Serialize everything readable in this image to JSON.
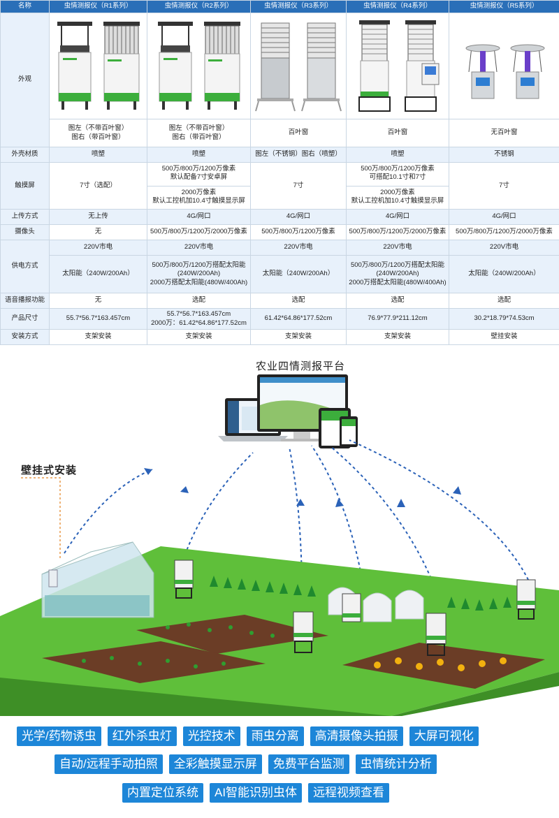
{
  "table": {
    "headers": [
      "名称",
      "虫情测报仪（R1系列）",
      "虫情测报仪（R2系列）",
      "虫情测报仪（R3系列）",
      "虫情测报仪（R4系列）",
      "虫情测报仪（R5系列）"
    ],
    "appearance_label": "外观",
    "appearance_notes": {
      "r1": [
        "图左（不带百叶窗）",
        "图右（带百叶窗）"
      ],
      "r2": [
        "图左（不带百叶窗）",
        "图右（带百叶窗）"
      ],
      "r3": "百叶窗",
      "r4": "百叶窗",
      "r5": "无百叶窗"
    },
    "shell": {
      "label": "外壳材质",
      "r1": "喷塑",
      "r2": "喷塑",
      "r3": "图左（不锈钢）图右（喷塑）",
      "r4": "喷塑",
      "r5": "不锈钢"
    },
    "touch": {
      "label": "触摸屏",
      "r1": "7寸（选配）",
      "r2a": [
        "500万/800万/1200万像素",
        "默认配备7寸安卓屏"
      ],
      "r2b": [
        "2000万像素",
        "默认工控机加10.4寸触摸显示屏"
      ],
      "r3": "7寸",
      "r4a": [
        "500万/800万/1200万像素",
        "可搭配10.1寸和7寸"
      ],
      "r4b": [
        "2000万像素",
        "默认工控机加10.4寸触摸显示屏"
      ],
      "r5": "7寸"
    },
    "upload": {
      "label": "上传方式",
      "r1": "无上传",
      "r2": "4G/网口",
      "r3": "4G/网口",
      "r4": "4G/网口",
      "r5": "4G/网口"
    },
    "camera": {
      "label": "摄像头",
      "r1": "无",
      "r2": "500万/800万/1200万/2000万像素",
      "r3": "500万/800万/1200万像素",
      "r4": "500万/800万/1200万/2000万像素",
      "r5": "500万/800万/1200万/2000万像素"
    },
    "power": {
      "label": "供电方式",
      "mains": "220V市电",
      "r1": "太阳能（240W/200Ah）",
      "r2": [
        "500万/800万/1200万搭配太阳能",
        "(240W/200Ah)",
        "2000万搭配太阳能(480W/400Ah)"
      ],
      "r3": "太阳能（240W/200Ah）",
      "r4": [
        "500万/800万/1200万搭配太阳能",
        "(240W/200Ah)",
        "2000万搭配太阳能(480W/400Ah)"
      ],
      "r5": "太阳能（240W/200Ah）"
    },
    "voice": {
      "label": "语音播报功能",
      "r1": "无",
      "r2": "选配",
      "r3": "选配",
      "r4": "选配",
      "r5": "选配"
    },
    "size": {
      "label": "产品尺寸",
      "r1": "55.7*56.7*163.457cm",
      "r2": [
        "55.7*56.7*163.457cm",
        "2000万：61.42*64.86*177.52cm"
      ],
      "r3": "61.42*64.86*177.52cm",
      "r4": "76.9*77.9*211.12cm",
      "r5": "30.2*18.79*74.53cm"
    },
    "install": {
      "label": "安装方式",
      "r1": "支架安装",
      "r2": "支架安装",
      "r3": "支架安装",
      "r4": "支架安装",
      "r5": "壁挂安装"
    }
  },
  "scene": {
    "platform_title": "农业四情测报平台",
    "wall_label": "壁挂式安装"
  },
  "features": {
    "row1": [
      "光学/药物诱虫",
      "红外杀虫灯",
      "光控技术",
      "雨虫分离",
      "高清摄像头拍摄",
      "大屏可视化"
    ],
    "row2": [
      "自动/远程手动拍照",
      "全彩触摸显示屏",
      "免费平台监测",
      "虫情统计分析"
    ],
    "row3": [
      "内置定位系统",
      "AI智能识别虫体",
      "远程视频查看"
    ]
  },
  "colors": {
    "header_blue": "#2a6fb8",
    "chip_blue": "#1d86d8",
    "label_bg": "#e8f1fb",
    "grass": "#5fbf3a"
  }
}
